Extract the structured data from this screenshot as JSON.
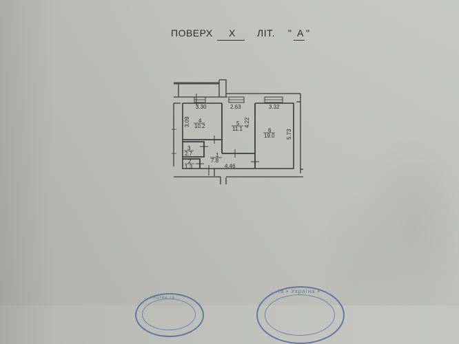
{
  "header": {
    "floor_label": "ПОВЕРХ",
    "floor_value": "X",
    "lit_label": "ЛІТ.",
    "quote_open": "\"",
    "lit_value": "А",
    "quote_close": "\""
  },
  "floor_plan": {
    "rooms": [
      {
        "number": "1",
        "area": "7.8"
      },
      {
        "number": "2",
        "area": "1.3"
      },
      {
        "number": "3",
        "area": "2.7"
      },
      {
        "number": "4",
        "area": "10.2"
      },
      {
        "number": "5",
        "area": "11.1"
      },
      {
        "number": "6",
        "area": "19.0"
      }
    ],
    "dimensions": {
      "room4_width": "3.30",
      "room5_width": "2.63",
      "room6_width": "3.32",
      "room4_depth": "3.09",
      "room5_depth": "4.22",
      "room6_depth": "5.73",
      "corridor_length": "4.46"
    }
  },
  "stamps": {
    "left_text": "...ництва та...",
    "right_text": "...їв • Україна •"
  },
  "colors": {
    "paper": "#bebfbb",
    "ink": "#2a2a2a",
    "stamp": "#4a5f8f"
  }
}
